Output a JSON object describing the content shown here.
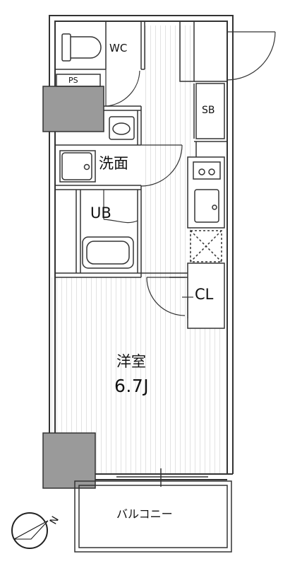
{
  "rooms": {
    "wc": "WC",
    "ps": "PS",
    "sb": "SB",
    "washroom": "洗面",
    "unit_bath": "UB",
    "closet": "CL",
    "western_room": "洋室",
    "western_room_size": "6.7J",
    "balcony": "バルコニー"
  },
  "compass": {
    "north": "N"
  }
}
